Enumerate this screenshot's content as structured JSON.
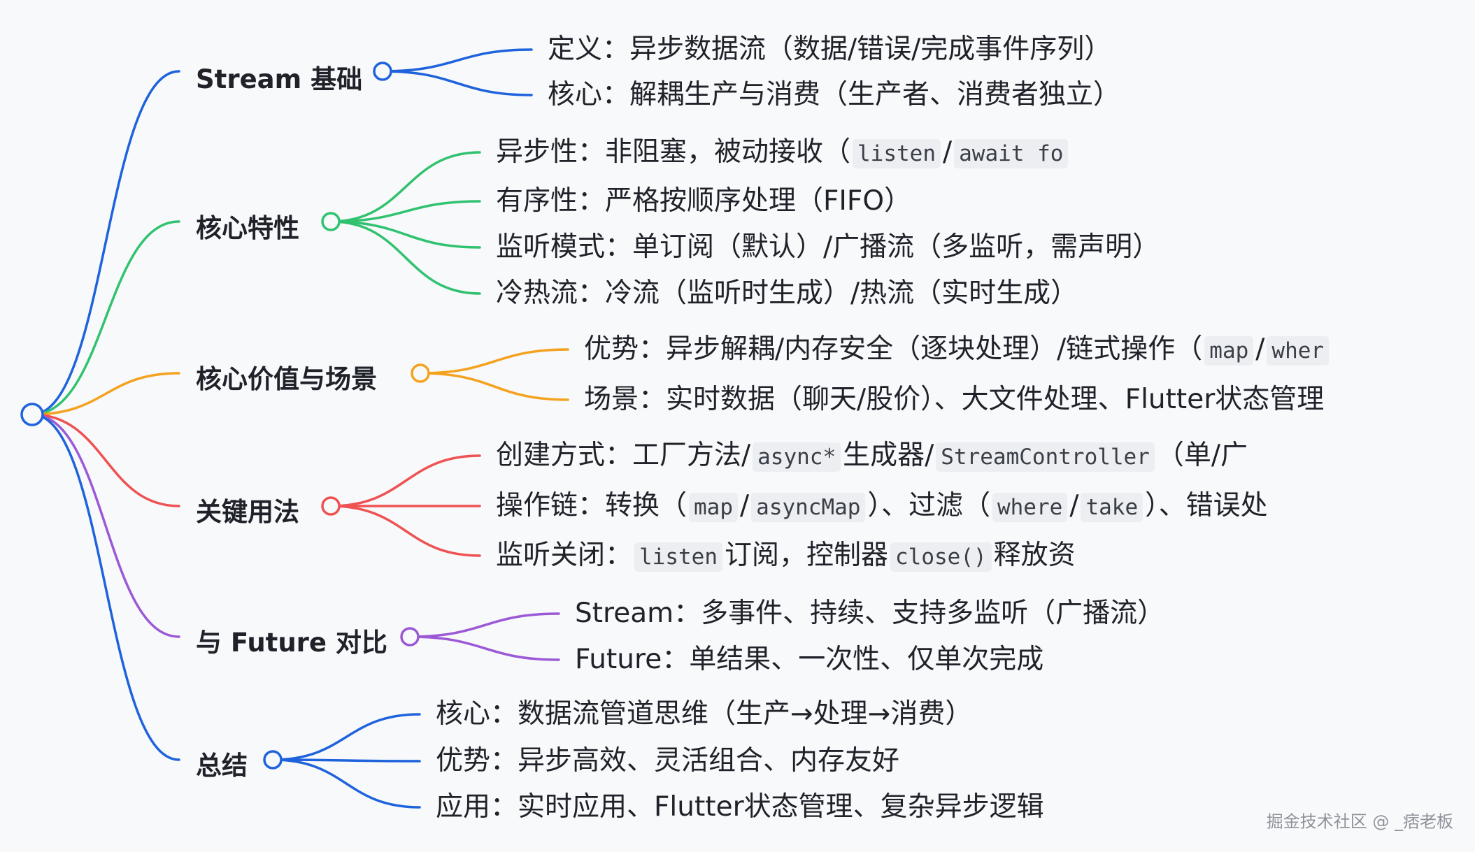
{
  "theme": {
    "background": "#f8f9fb",
    "text": "#1f2329",
    "code_background": "#eceef1"
  },
  "diagram": {
    "root": {
      "color": "#1f63dc"
    },
    "branches": [
      {
        "label": "Stream 基础",
        "color": "#1f63dc",
        "children": [
          {
            "segments": [
              {
                "text": "定义：异步数据流（数据/错误/完成事件序列）"
              }
            ]
          },
          {
            "segments": [
              {
                "text": "核心：解耦生产与消费（生产者、消费者独立）"
              }
            ]
          }
        ]
      },
      {
        "label": "核心特性",
        "color": "#31c26f",
        "children": [
          {
            "segments": [
              {
                "text": "异步性：非阻塞，被动接收（"
              },
              {
                "text": "listen",
                "code": true
              },
              {
                "text": "/"
              },
              {
                "text": "await fo",
                "code": true
              }
            ]
          },
          {
            "segments": [
              {
                "text": "有序性：严格按顺序处理（FIFO）"
              }
            ]
          },
          {
            "segments": [
              {
                "text": "监听模式：单订阅（默认）/广播流（多监听，需声明）"
              }
            ]
          },
          {
            "segments": [
              {
                "text": "冷热流：冷流（监听时生成）/热流（实时生成）"
              }
            ]
          }
        ]
      },
      {
        "label": "核心价值与场景",
        "color": "#f4a21f",
        "children": [
          {
            "segments": [
              {
                "text": "优势：异步解耦/内存安全（逐块处理）/链式操作（"
              },
              {
                "text": "map",
                "code": true
              },
              {
                "text": "/"
              },
              {
                "text": "wher",
                "code": true
              }
            ]
          },
          {
            "segments": [
              {
                "text": "场景：实时数据（聊天/股价）、大文件处理、Flutter状态管理"
              }
            ]
          }
        ]
      },
      {
        "label": "关键用法",
        "color": "#ee5252",
        "children": [
          {
            "segments": [
              {
                "text": "创建方式：工厂方法/"
              },
              {
                "text": "async*",
                "code": true
              },
              {
                "text": "生成器/"
              },
              {
                "text": "StreamController",
                "code": true
              },
              {
                "text": "（单/广"
              }
            ]
          },
          {
            "segments": [
              {
                "text": "操作链：转换（"
              },
              {
                "text": "map",
                "code": true
              },
              {
                "text": "/"
              },
              {
                "text": "asyncMap",
                "code": true
              },
              {
                "text": "）、过滤（"
              },
              {
                "text": "where",
                "code": true
              },
              {
                "text": "/"
              },
              {
                "text": "take",
                "code": true
              },
              {
                "text": "）、错误处"
              }
            ]
          },
          {
            "segments": [
              {
                "text": "监听关闭："
              },
              {
                "text": "listen",
                "code": true
              },
              {
                "text": "订阅，控制器"
              },
              {
                "text": "close()",
                "code": true
              },
              {
                "text": "释放资"
              }
            ]
          }
        ]
      },
      {
        "label": "与 Future 对比",
        "color": "#9b59d6",
        "children": [
          {
            "segments": [
              {
                "text": "Stream：多事件、持续、支持多监听（广播流）"
              }
            ]
          },
          {
            "segments": [
              {
                "text": "Future：单结果、一次性、仅单次完成"
              }
            ]
          }
        ]
      },
      {
        "label": "总结",
        "color": "#1f63dc",
        "children": [
          {
            "segments": [
              {
                "text": "核心：数据流管道思维（生产→处理→消费）"
              }
            ]
          },
          {
            "segments": [
              {
                "text": "优势：异步高效、灵活组合、内存友好"
              }
            ]
          },
          {
            "segments": [
              {
                "text": "应用：实时应用、Flutter状态管理、复杂异步逻辑"
              }
            ]
          }
        ]
      }
    ]
  },
  "watermark": "掘金技术社区 @ _痞老板"
}
